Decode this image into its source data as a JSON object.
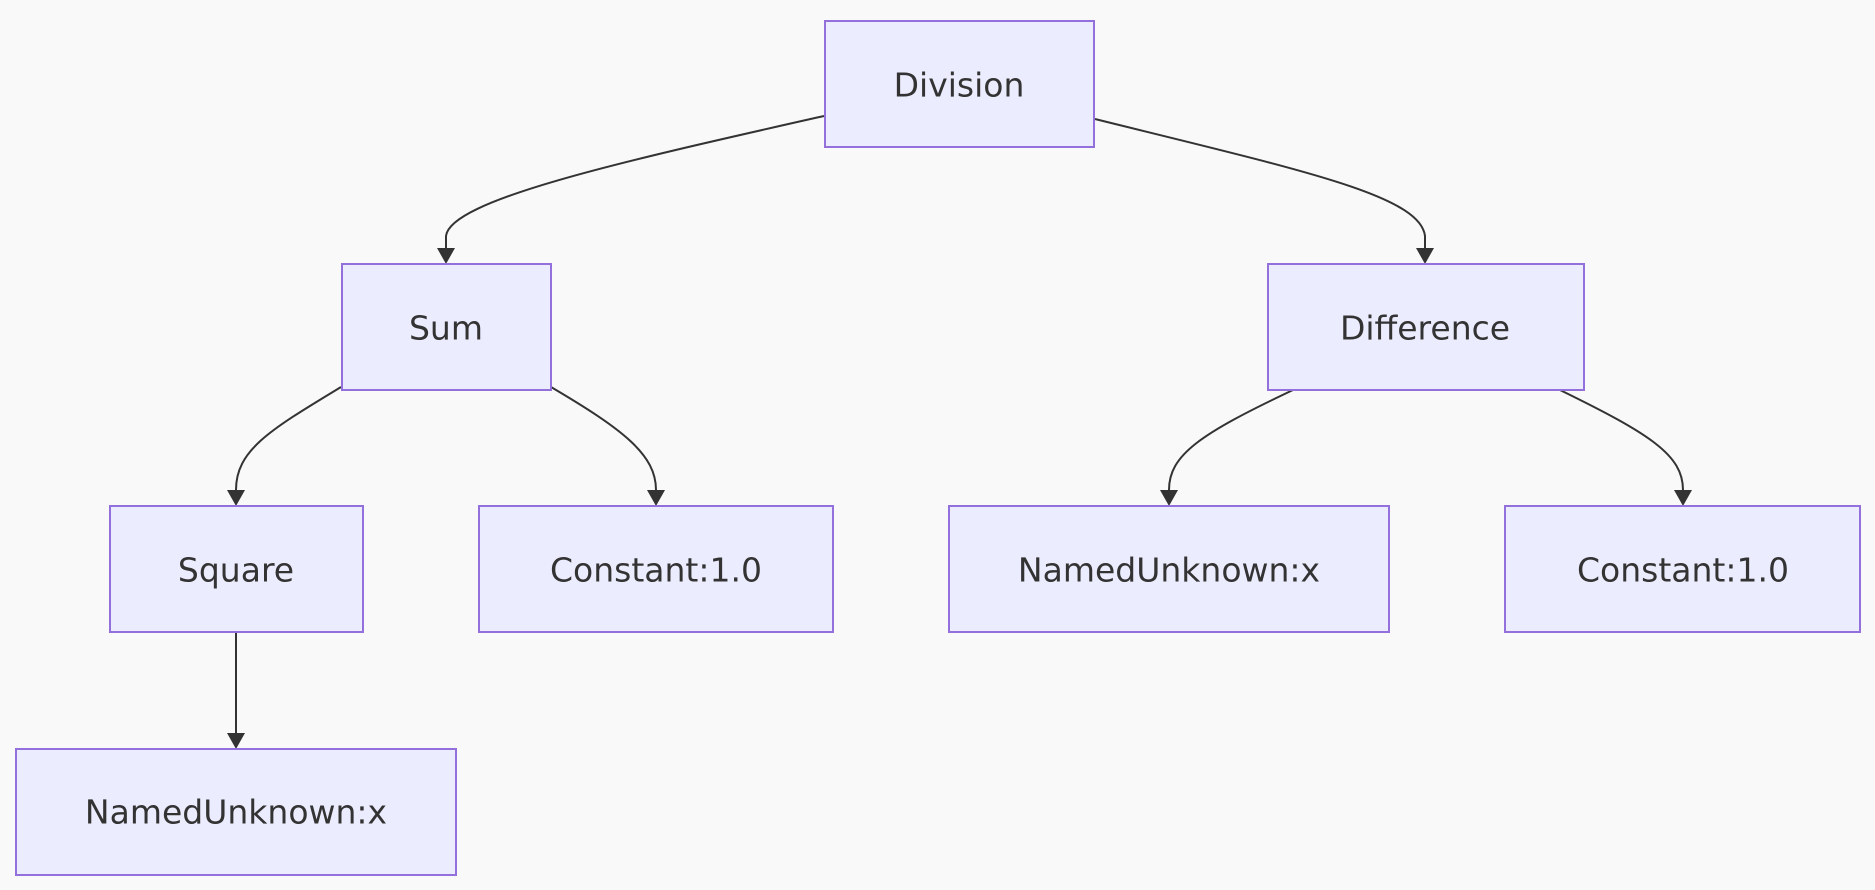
{
  "diagram": {
    "type": "tree",
    "nodes": [
      {
        "id": "A",
        "label": "Division"
      },
      {
        "id": "B",
        "label": "Sum"
      },
      {
        "id": "C",
        "label": "Difference"
      },
      {
        "id": "D",
        "label": "Square"
      },
      {
        "id": "E",
        "label": "Constant:1.0"
      },
      {
        "id": "F",
        "label": "NamedUnknown:x"
      },
      {
        "id": "G",
        "label": "Constant:1.0"
      },
      {
        "id": "H",
        "label": "NamedUnknown:x"
      }
    ],
    "edges": [
      {
        "from": "A",
        "to": "B"
      },
      {
        "from": "A",
        "to": "C"
      },
      {
        "from": "B",
        "to": "D"
      },
      {
        "from": "B",
        "to": "E"
      },
      {
        "from": "C",
        "to": "F"
      },
      {
        "from": "C",
        "to": "G"
      },
      {
        "from": "D",
        "to": "H"
      }
    ],
    "colors": {
      "background": "#f9f9f9",
      "node_fill": "#ececff",
      "node_stroke": "#9370db",
      "edge": "#333333",
      "text": "#333333"
    }
  }
}
